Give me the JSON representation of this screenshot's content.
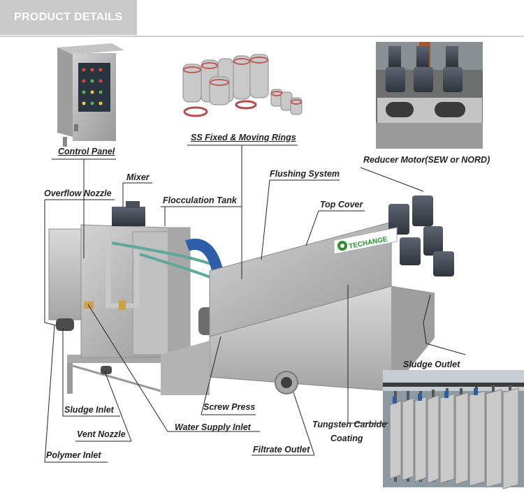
{
  "header": {
    "title": "PRODUCT DETAILS"
  },
  "labels": {
    "control_panel": "Control Panel",
    "rings": "SS Fixed & Moving Rings",
    "reducer_motor": "Reducer Motor(SEW or NORD)",
    "mixer": "Mixer",
    "overflow_nozzle": "Overflow Nozzle",
    "flocculation_tank": "Flocculation Tank",
    "flushing_system": "Flushing System",
    "top_cover": "Top Cover",
    "sludge_outlet": "Sludge Outlet",
    "screw_press": "Screw Press",
    "sludge_inlet": "Sludge Inlet",
    "vent_nozzle": "Vent Nozzle",
    "water_supply_inlet": "Water Supply Inlet",
    "polymer_inlet": "Polymer Inlet",
    "filtrate_outlet": "Filtrate Outlet",
    "tungsten_carbide": "Tungsten Carbide",
    "coating": "Coating"
  },
  "brand": {
    "logo_text": "TECHANGE"
  },
  "colors": {
    "header_bg": "#c9c9c9",
    "steel": "#b8b8b8",
    "steel_dark": "#8f8f8f",
    "hose_green": "#5fa79a",
    "hose_blue": "#2d5fa8",
    "logo_green": "#2f8f2f"
  }
}
